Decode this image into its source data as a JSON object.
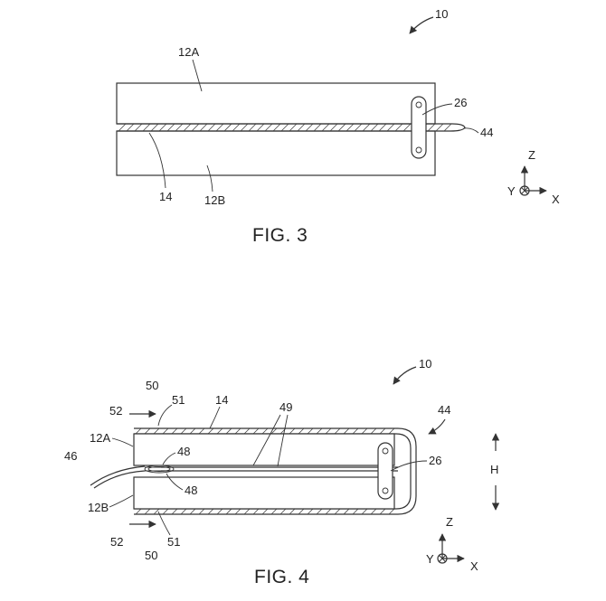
{
  "fig3": {
    "caption": "FIG. 3",
    "labels": {
      "device": "10",
      "upper_panel": "12A",
      "lower_panel": "12B",
      "flexible_layer": "14",
      "hinge": "26",
      "tail": "44"
    },
    "axes": {
      "z": "Z",
      "y": "Y",
      "x": "X"
    }
  },
  "fig4": {
    "caption": "FIG. 4",
    "labels": {
      "device": "10",
      "upper_panel": "12A",
      "lower_panel": "12B",
      "flexible_layer": "14",
      "hinge": "26",
      "wrap_end": "44",
      "cable": "46",
      "gap_top": "48",
      "gap_bottom": "48",
      "inner_lines": "49",
      "arrow_top": "50",
      "arrow_bottom": "50",
      "edge_top": "51",
      "edge_bottom": "51",
      "face_top": "52",
      "face_bottom": "52",
      "height": "H"
    },
    "axes": {
      "z": "Z",
      "y": "Y",
      "x": "X"
    }
  }
}
